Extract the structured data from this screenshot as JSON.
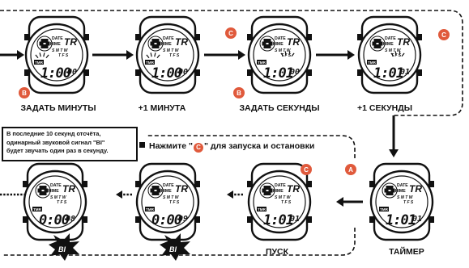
{
  "labels": {
    "set_minutes": "ЗАДАТЬ МИНУТЫ",
    "plus_one_minute": "+1 МИНУТА",
    "set_seconds": "ЗАДАТЬ СЕКУНДЫ",
    "plus_one_second": "+1 СЕКУНДЫ",
    "timer": "ТАЙМЕР",
    "start": "ПУСК"
  },
  "note": {
    "line1": "В последние 10 секунд отсчёта,",
    "line2": "одинарный звуковой сигнал \"BI\"",
    "line3": "будет звучать один раз в секунду."
  },
  "instruction": {
    "prefix": "Нажмите \"",
    "button": "C",
    "suffix": "\" для запуска и остановки"
  },
  "badges": {
    "a": "A",
    "b": "B",
    "c": "C"
  },
  "watch_text": {
    "date": "DATE",
    "chime": "CHIME",
    "days_top": "S M T W",
    "days_bottom": "T F S",
    "tmr": "TMR"
  },
  "watches": [
    {
      "main": "1:00",
      "small": "00"
    },
    {
      "main": "1:00",
      "small": "00"
    },
    {
      "main": "1:01",
      "small": "00"
    },
    {
      "main": "1:01",
      "small": "01"
    },
    {
      "main": "1:01",
      "small": "01"
    },
    {
      "main": "1:01",
      "small": "01"
    },
    {
      "main": "0:00",
      "small": "09"
    },
    {
      "main": "0:00",
      "small": "08"
    }
  ],
  "beep": "BI",
  "colors": {
    "accent": "#e05a3c",
    "ink": "#111111"
  }
}
